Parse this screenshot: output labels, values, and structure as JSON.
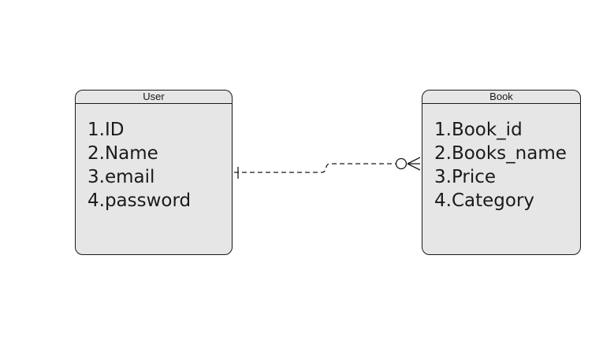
{
  "entities": {
    "user": {
      "title": "User",
      "attributes": [
        "1.ID",
        "2.Name",
        "3.email",
        "4.password"
      ]
    },
    "book": {
      "title": "Book",
      "attributes": [
        "1.Book_id",
        "2.Books_name",
        "3.Price",
        "4.Category"
      ]
    }
  },
  "relationship": {
    "from": "User",
    "to": "Book",
    "from_cardinality": "one",
    "to_cardinality": "zero-or-many",
    "line_style": "dashed"
  },
  "colors": {
    "entity_fill": "#e6e6e6",
    "stroke": "#1a1a1a",
    "background": "#ffffff"
  }
}
